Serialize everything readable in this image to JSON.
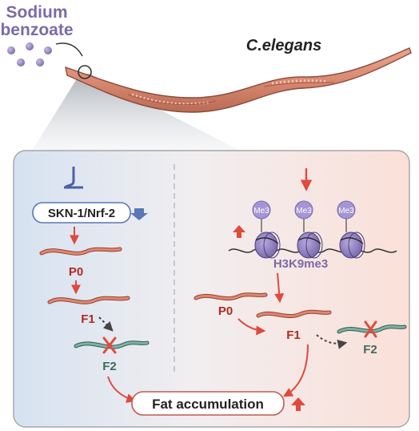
{
  "compound": {
    "line1": "Sodium",
    "line2": "benzoate",
    "color": "#7b6aa8"
  },
  "organism": {
    "label": "C.elegans",
    "body_color": "#d98a72",
    "outline_color": "#8b4a3a"
  },
  "left_panel": {
    "target": "SKN-1/Nrf-2",
    "down_arrow_icon": "blue-down-arrow",
    "generations": [
      "P0",
      "F1",
      "F2"
    ],
    "inhibitor_icon": "blunt-inhibition-arrow",
    "color": "#5a76b8"
  },
  "right_panel": {
    "histone_marks": [
      "Me3",
      "Me3",
      "Me3"
    ],
    "mark_label": "H3K9me3",
    "generations": [
      "P0",
      "F1",
      "F2"
    ],
    "up_arrow_icon": "red-up-arrow",
    "color": "#7b6aa8"
  },
  "outcome": {
    "label": "Fat accumulation",
    "up_arrow_icon": "red-up-arrow"
  },
  "colors": {
    "red_arrow": "#e04a3c",
    "gen_red": "#b22a1f",
    "gen_green": "#3d6b5a",
    "left_bg": "#d9e4f2",
    "right_bg": "#fbe4de",
    "panel_border": "#a7a7a7"
  }
}
